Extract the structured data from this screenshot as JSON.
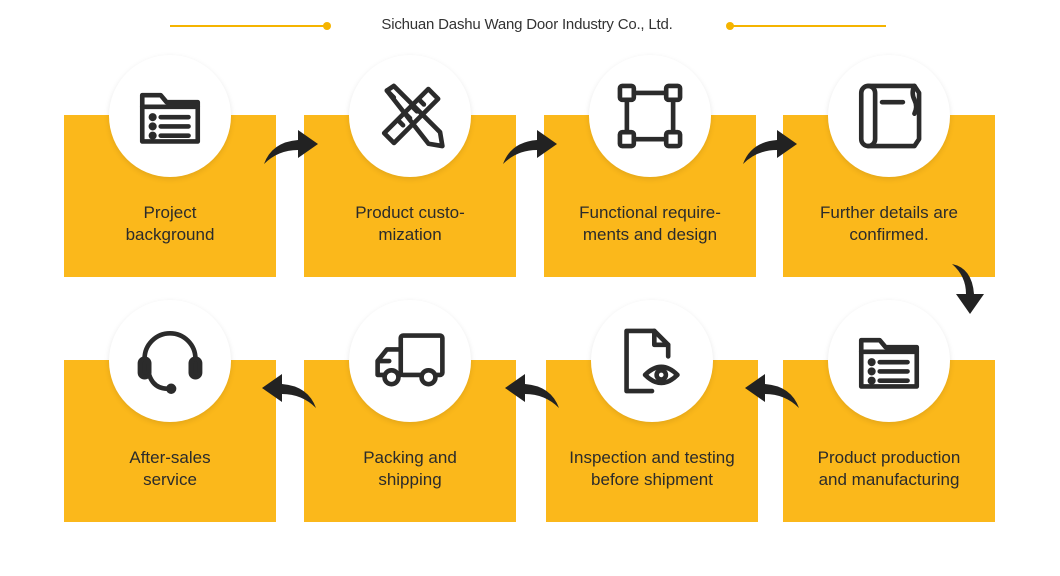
{
  "header": {
    "title": "Sichuan Dashu Wang Door Industry Co., Ltd."
  },
  "colors": {
    "accent": "#fbb81b",
    "icon": "#2b2b2b"
  },
  "steps": [
    {
      "icon": "folder-list-icon",
      "line1": "Project",
      "line2": "background"
    },
    {
      "icon": "pencil-ruler-icon",
      "line1": "Product custo-",
      "line2": "mization"
    },
    {
      "icon": "vector-square-icon",
      "line1": "Functional require-",
      "line2": "ments and design"
    },
    {
      "icon": "blueprint-scroll-icon",
      "line1": "Further details are",
      "line2": "confirmed."
    },
    {
      "icon": "folder-list-icon",
      "line1": "Product production",
      "line2": "and manufacturing"
    },
    {
      "icon": "document-eye-icon",
      "line1": "Inspection and testing",
      "line2": "before shipment"
    },
    {
      "icon": "delivery-truck-icon",
      "line1": "Packing and",
      "line2": "shipping"
    },
    {
      "icon": "headset-icon",
      "line1": "After-sales",
      "line2": "service"
    }
  ]
}
